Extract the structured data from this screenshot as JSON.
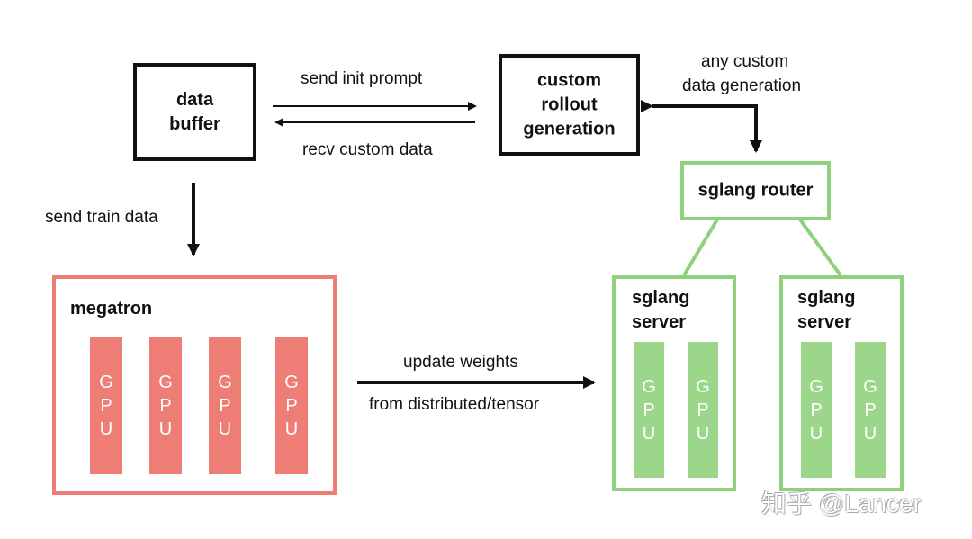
{
  "nodes": {
    "data_buffer": "data\nbuffer",
    "custom_rollout": "custom\nrollout\ngeneration",
    "sglang_router": "sglang router",
    "megatron": "megatron",
    "sglang_server_1": "sglang\nserver",
    "sglang_server_2": "sglang\nserver"
  },
  "gpu_label": "G\nP\nU",
  "edges": {
    "send_init_prompt": "send init prompt",
    "recv_custom_data": "recv custom data",
    "send_train_data": "send train data",
    "any_custom_line1": "any custom",
    "any_custom_line2": "data generation",
    "update_weights_line1": "update weights",
    "update_weights_line2": "from distributed/tensor"
  },
  "watermark": "知乎 @Lancer",
  "colors": {
    "black": "#111111",
    "red": "#ee7d75",
    "green": "#8fd07c",
    "green_fill": "#9bd68a"
  }
}
